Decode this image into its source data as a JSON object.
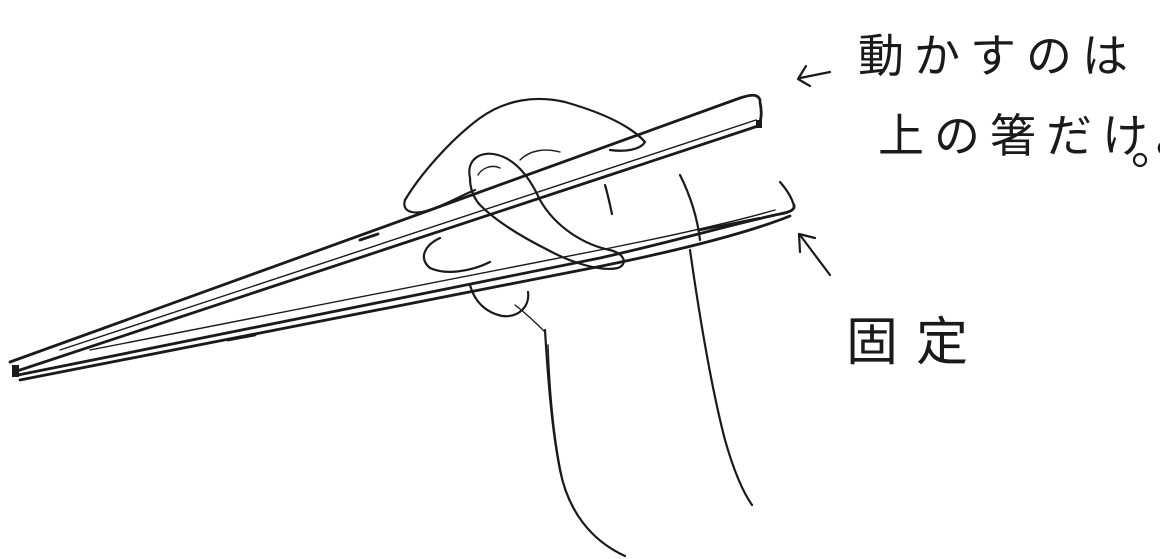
{
  "annotations": {
    "moving_note_line1": "動かすのは",
    "moving_note_line2": "上の箸だけ。",
    "fixed_label": "固定"
  },
  "colors": {
    "ink": "#1a1a1a",
    "background": "#ffffff"
  }
}
